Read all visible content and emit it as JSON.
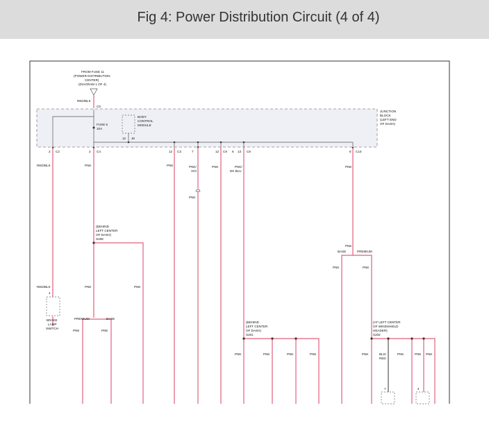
{
  "header": {
    "title": "Fig 4: Power Distribution Circuit (4 of 4)"
  },
  "colors": {
    "wire_pink": "#e0607e",
    "wire_red": "#e0607e",
    "frame": "#333333",
    "dashed_box": "#888888",
    "header_bg": "#dcdcdc"
  },
  "diagram": {
    "source": [
      "FROM FUSE 11",
      "(POWER DISTRIBUTION",
      "CENTER)",
      "(DIAGRAM 1 OF 4)"
    ],
    "source_wire": "RED/BLK",
    "source_pin": "C5",
    "fuse_label": [
      "FUSE 5",
      "10A"
    ],
    "bcm_label": [
      "BODY",
      "CONTROL",
      "MODULE"
    ],
    "bcm_pins": [
      "12",
      "J8"
    ],
    "junction_block_label": [
      "JUNCTION",
      "BLOCK",
      "(LEFT END",
      "OF DASH)"
    ],
    "pins": [
      {
        "num": "2",
        "conn": "C2"
      },
      {
        "num": "2",
        "conn": "C4"
      },
      {
        "num": "12",
        "conn": "C3"
      },
      {
        "num": "7",
        "conn": ""
      },
      {
        "num": "12",
        "conn": "C9"
      },
      {
        "num": "6",
        "conn": ""
      },
      {
        "num": "13",
        "conn": "C8"
      },
      {
        "num": "8",
        "conn": "C10"
      }
    ],
    "wires_top": [
      "RED/BLK",
      "PNK",
      "PNK",
      "PNK/",
      "VIO",
      "PNK",
      "PNK/",
      "DK BLU",
      "PNK"
    ],
    "fuse_below_label": "PNK",
    "splice_s208": [
      "(BEHIND",
      "LEFT CENTER",
      "OF DASH)",
      "S208"
    ],
    "wire_mid_pnk": "PNK",
    "brake_wire": "RED/BLK",
    "brake_pin": "4",
    "brake_switch_label": [
      "BRAKE",
      "LAMP",
      "SWITCH"
    ],
    "premium": "PREMIUM",
    "base": "BASE",
    "splice_s201": [
      "(BEHIND",
      "LEFT CENTER",
      "OF DASH)",
      "S201"
    ],
    "splice_s202": [
      "(AT LEFT CENTER",
      "OF WINDSHIELD",
      "HEADER)",
      "S202"
    ],
    "wire_blk_red": [
      "BLK/",
      "RED"
    ],
    "conn_pins": [
      "7",
      "4"
    ]
  }
}
